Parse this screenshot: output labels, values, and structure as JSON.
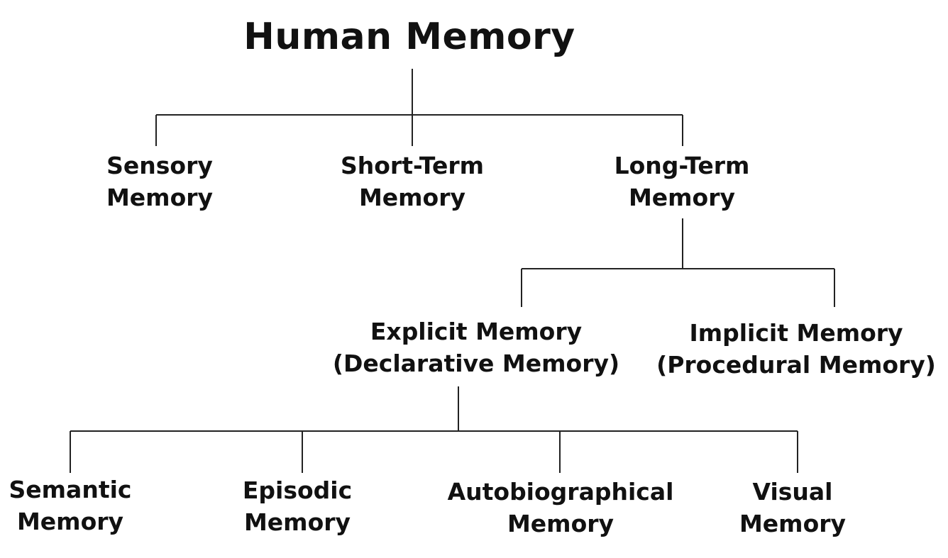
{
  "diagram": {
    "root": {
      "label": "Human Memory"
    },
    "level1": [
      {
        "line1": "Sensory",
        "line2": "Memory"
      },
      {
        "line1": "Short-Term",
        "line2": "Memory"
      },
      {
        "line1": "Long-Term",
        "line2": "Memory"
      }
    ],
    "level2": [
      {
        "line1": "Explicit Memory",
        "line2": "(Declarative Memory)"
      },
      {
        "line1": "Implicit Memory",
        "line2": "(Procedural Memory)"
      }
    ],
    "level3": [
      {
        "line1": "Semantic",
        "line2": "Memory"
      },
      {
        "line1": "Episodic",
        "line2": "Memory"
      },
      {
        "line1": "Autobiographical",
        "line2": "Memory"
      },
      {
        "line1": "Visual",
        "line2": "Memory"
      }
    ],
    "line_color": "#222222",
    "text_color": "#111111"
  }
}
